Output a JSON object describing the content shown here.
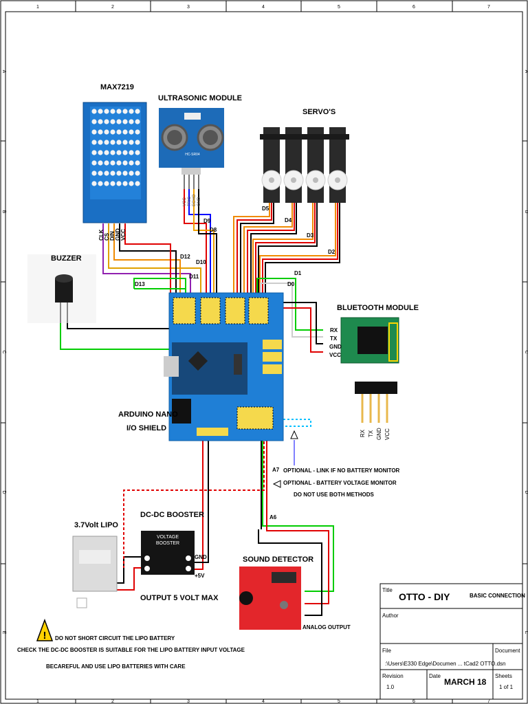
{
  "frame": {
    "col_numbers": [
      "1",
      "2",
      "3",
      "4",
      "5",
      "6",
      "7"
    ],
    "row_letters": [
      "A",
      "B",
      "C",
      "D",
      "E"
    ]
  },
  "components": {
    "max7219": "MAX7219",
    "ultrasonic": "ULTRASONIC MODULE",
    "servos": "SERVO'S",
    "buzzer": "BUZZER",
    "bluetooth": "BLUETOOTH MODULE",
    "arduino_line1": "ARDUINO NANO",
    "arduino_line2": "I/O SHIELD",
    "lipo": "3.7Volt LIPO",
    "booster": "DC-DC BOOSTER",
    "booster_output": "OUTPUT 5 VOLT  MAX",
    "sound": "SOUND DETECTOR",
    "analog_output": "ANALOG OUTPUT",
    "booster_face_line1": "VOLTAGE",
    "booster_face_line2": "BOOSTER",
    "ultrasonic_face": "HC-SR04"
  },
  "pins": {
    "max_pins": [
      "CLK",
      "CS",
      "DIN",
      "GND",
      "VCC"
    ],
    "us_pins": [
      "VCC",
      "TRIG",
      "ECHO",
      "GND"
    ],
    "bt_pins": [
      "RX",
      "TX",
      "GND",
      "VCC"
    ],
    "bt_header_pins": [
      "RX",
      "TX",
      "GND",
      "VCC"
    ]
  },
  "wire_labels": {
    "d5": "D5",
    "d4": "D4",
    "d3": "D3",
    "d2": "D2",
    "d1": "D1",
    "d0": "D0",
    "d9": "D9",
    "d8": "D8",
    "d12": "D12",
    "d10": "D10",
    "d11": "D11",
    "d13": "D13",
    "a7": "A7",
    "a6": "A6",
    "gnd": "GND",
    "plus5v": "+5V"
  },
  "notes": {
    "optional_link": "OPTIONAL - LINK IF NO BATTERY MONITOR",
    "optional_monitor": "OPTIONAL - BATTERY VOLTAGE MONITOR",
    "no_both": "DO NOT USE BOTH METHODS",
    "warn1": "DO NOT SHORT CIRCUIT THE LIPO BATTERY",
    "warn2": "CHECK THE DC-DC BOOSTER IS SUITABLE FOR THE LIPO BATTERY INPUT VOLTAGE",
    "warn3": "BECAREFUL AND USE LIPO BATTERIES WITH CARE"
  },
  "title_block": {
    "title_label": "Title",
    "title": "OTTO - DIY",
    "subtitle": "BASIC CONNECTION",
    "author_label": "Author",
    "file_label": "File",
    "file_path": ":\\Users\\E330 Edge\\Documen ... tCad2 OTTO.dsn",
    "document_label": "Document",
    "revision_label": "Revision",
    "revision": "1.0",
    "date_label": "Date",
    "date": "MARCH 18",
    "sheets_label": "Sheets",
    "sheets": "1 of 1"
  }
}
